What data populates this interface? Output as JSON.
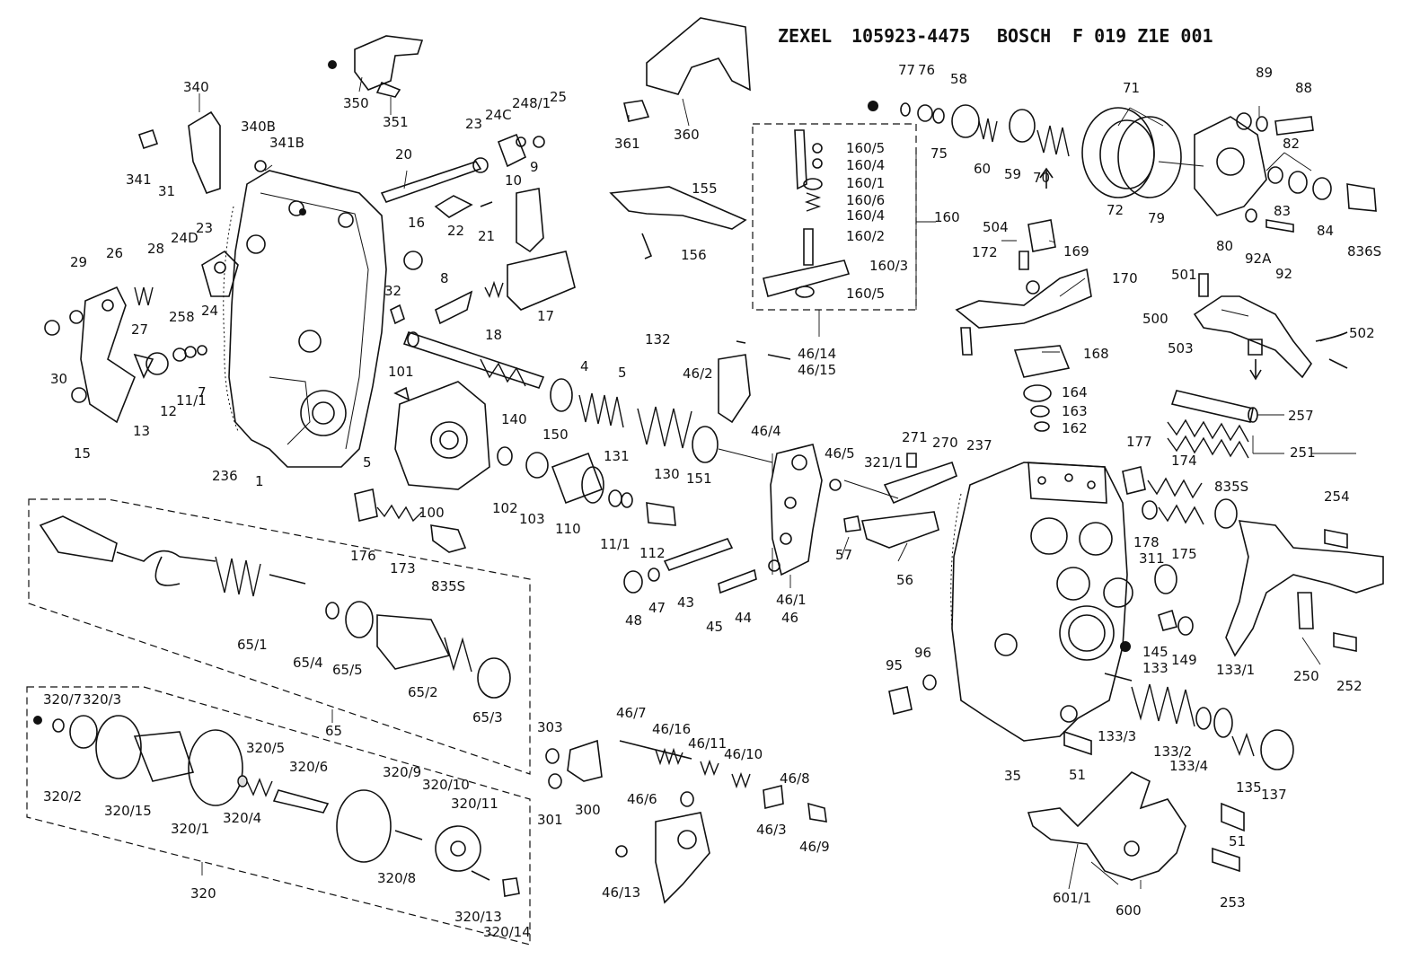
{
  "header": {
    "brand1": "ZEXEL",
    "code1": "105923-4475",
    "brand2": "BOSCH",
    "code2": "F 019 Z1E 001"
  },
  "callouts": [
    {
      "id": "c340",
      "t": "340"
    },
    {
      "id": "c340b",
      "t": "340B"
    },
    {
      "id": "c341b",
      "t": "341B"
    },
    {
      "id": "c341",
      "t": "341"
    },
    {
      "id": "c31",
      "t": "31"
    },
    {
      "id": "c350",
      "t": "350"
    },
    {
      "id": "c351",
      "t": "351"
    },
    {
      "id": "c361",
      "t": "361"
    },
    {
      "id": "c360",
      "t": "360"
    },
    {
      "id": "c20",
      "t": "20"
    },
    {
      "id": "c23a",
      "t": "23"
    },
    {
      "id": "c24c",
      "t": "24C"
    },
    {
      "id": "c248",
      "t": "248/1"
    },
    {
      "id": "c25",
      "t": "25"
    },
    {
      "id": "c9",
      "t": "9"
    },
    {
      "id": "c10",
      "t": "10"
    },
    {
      "id": "c22",
      "t": "22"
    },
    {
      "id": "c21",
      "t": "21"
    },
    {
      "id": "c16",
      "t": "16"
    },
    {
      "id": "c32",
      "t": "32"
    },
    {
      "id": "c8",
      "t": "8"
    },
    {
      "id": "c18",
      "t": "18"
    },
    {
      "id": "c17",
      "t": "17"
    },
    {
      "id": "c29",
      "t": "29"
    },
    {
      "id": "c26",
      "t": "26"
    },
    {
      "id": "c28",
      "t": "28"
    },
    {
      "id": "c24d",
      "t": "24D"
    },
    {
      "id": "c23b",
      "t": "23"
    },
    {
      "id": "c258",
      "t": "258"
    },
    {
      "id": "c24",
      "t": "24"
    },
    {
      "id": "c27",
      "t": "27"
    },
    {
      "id": "c30",
      "t": "30"
    },
    {
      "id": "c12",
      "t": "12"
    },
    {
      "id": "c111a",
      "t": "11/1"
    },
    {
      "id": "c7",
      "t": "7"
    },
    {
      "id": "c13",
      "t": "13"
    },
    {
      "id": "c15",
      "t": "15"
    },
    {
      "id": "c236",
      "t": "236"
    },
    {
      "id": "c1",
      "t": "1"
    },
    {
      "id": "c5a",
      "t": "5"
    },
    {
      "id": "c101",
      "t": "101"
    },
    {
      "id": "c100",
      "t": "100"
    },
    {
      "id": "c140",
      "t": "140"
    },
    {
      "id": "c150",
      "t": "150"
    },
    {
      "id": "c131",
      "t": "131"
    },
    {
      "id": "c130",
      "t": "130"
    },
    {
      "id": "c151",
      "t": "151"
    },
    {
      "id": "c132",
      "t": "132"
    },
    {
      "id": "c4",
      "t": "4"
    },
    {
      "id": "c5b",
      "t": "5"
    },
    {
      "id": "c155",
      "t": "155"
    },
    {
      "id": "c156",
      "t": "156"
    },
    {
      "id": "c102",
      "t": "102"
    },
    {
      "id": "c103",
      "t": "103"
    },
    {
      "id": "c110",
      "t": "110"
    },
    {
      "id": "c111b",
      "t": "11/1"
    },
    {
      "id": "c112",
      "t": "112"
    },
    {
      "id": "c176",
      "t": "176"
    },
    {
      "id": "c173",
      "t": "173"
    },
    {
      "id": "c835a",
      "t": "835S"
    },
    {
      "id": "c160_5a",
      "t": "160/5"
    },
    {
      "id": "c160_4a",
      "t": "160/4"
    },
    {
      "id": "c160_1",
      "t": "160/1"
    },
    {
      "id": "c160_6",
      "t": "160/6"
    },
    {
      "id": "c160_4b",
      "t": "160/4"
    },
    {
      "id": "c160_2",
      "t": "160/2"
    },
    {
      "id": "c160_3",
      "t": "160/3"
    },
    {
      "id": "c160_5b",
      "t": "160/5"
    },
    {
      "id": "c160",
      "t": "160"
    },
    {
      "id": "c46_14",
      "t": "46/14"
    },
    {
      "id": "c46_15",
      "t": "46/15"
    },
    {
      "id": "c46_2",
      "t": "46/2"
    },
    {
      "id": "c46_4",
      "t": "46/4"
    },
    {
      "id": "c46_5",
      "t": "46/5"
    },
    {
      "id": "c77",
      "t": "77"
    },
    {
      "id": "c76",
      "t": "76"
    },
    {
      "id": "c58",
      "t": "58"
    },
    {
      "id": "c75",
      "t": "75"
    },
    {
      "id": "c60",
      "t": "60"
    },
    {
      "id": "c59",
      "t": "59"
    },
    {
      "id": "c70",
      "t": "70"
    },
    {
      "id": "c71",
      "t": "71"
    },
    {
      "id": "c72",
      "t": "72"
    },
    {
      "id": "c79",
      "t": "79"
    },
    {
      "id": "c89",
      "t": "89"
    },
    {
      "id": "c88",
      "t": "88"
    },
    {
      "id": "c82",
      "t": "82"
    },
    {
      "id": "c83",
      "t": "83"
    },
    {
      "id": "c84",
      "t": "84"
    },
    {
      "id": "c836",
      "t": "836S"
    },
    {
      "id": "c80",
      "t": "80"
    },
    {
      "id": "c92a",
      "t": "92A"
    },
    {
      "id": "c92",
      "t": "92"
    },
    {
      "id": "c504",
      "t": "504"
    },
    {
      "id": "c172",
      "t": "172"
    },
    {
      "id": "c169",
      "t": "169"
    },
    {
      "id": "c170",
      "t": "170"
    },
    {
      "id": "c501",
      "t": "501"
    },
    {
      "id": "c500",
      "t": "500"
    },
    {
      "id": "c502",
      "t": "502"
    },
    {
      "id": "c503",
      "t": "503"
    },
    {
      "id": "c168",
      "t": "168"
    },
    {
      "id": "c164",
      "t": "164"
    },
    {
      "id": "c163",
      "t": "163"
    },
    {
      "id": "c162",
      "t": "162"
    },
    {
      "id": "c257",
      "t": "257"
    },
    {
      "id": "c251",
      "t": "251"
    },
    {
      "id": "c271",
      "t": "271"
    },
    {
      "id": "c270",
      "t": "270"
    },
    {
      "id": "c237",
      "t": "237"
    },
    {
      "id": "c321",
      "t": "321/1"
    },
    {
      "id": "c177",
      "t": "177"
    },
    {
      "id": "c174",
      "t": "174"
    },
    {
      "id": "c835b",
      "t": "835S"
    },
    {
      "id": "c254",
      "t": "254"
    },
    {
      "id": "c57",
      "t": "57"
    },
    {
      "id": "c56",
      "t": "56"
    },
    {
      "id": "c178",
      "t": "178"
    },
    {
      "id": "c311",
      "t": "311"
    },
    {
      "id": "c175",
      "t": "175"
    },
    {
      "id": "c48",
      "t": "48"
    },
    {
      "id": "c47",
      "t": "47"
    },
    {
      "id": "c43",
      "t": "43"
    },
    {
      "id": "c45",
      "t": "45"
    },
    {
      "id": "c44",
      "t": "44"
    },
    {
      "id": "c46_1",
      "t": "46/1"
    },
    {
      "id": "c46",
      "t": "46"
    },
    {
      "id": "c65_1",
      "t": "65/1"
    },
    {
      "id": "c65_4",
      "t": "65/4"
    },
    {
      "id": "c65_5",
      "t": "65/5"
    },
    {
      "id": "c65_2",
      "t": "65/2"
    },
    {
      "id": "c65_3",
      "t": "65/3"
    },
    {
      "id": "c65",
      "t": "65"
    },
    {
      "id": "c95",
      "t": "95"
    },
    {
      "id": "c96",
      "t": "96"
    },
    {
      "id": "c145",
      "t": "145"
    },
    {
      "id": "c133",
      "t": "133"
    },
    {
      "id": "c149",
      "t": "149"
    },
    {
      "id": "c250",
      "t": "250"
    },
    {
      "id": "c252",
      "t": "252"
    },
    {
      "id": "c133_1",
      "t": "133/1"
    },
    {
      "id": "c133_3",
      "t": "133/3"
    },
    {
      "id": "c133_2",
      "t": "133/2"
    },
    {
      "id": "c133_4",
      "t": "133/4"
    },
    {
      "id": "c135",
      "t": "135"
    },
    {
      "id": "c137",
      "t": "137"
    },
    {
      "id": "c35",
      "t": "35"
    },
    {
      "id": "c51a",
      "t": "51"
    },
    {
      "id": "c320_7",
      "t": "320/7"
    },
    {
      "id": "c320_3",
      "t": "320/3"
    },
    {
      "id": "c320_2",
      "t": "320/2"
    },
    {
      "id": "c320_15",
      "t": "320/15"
    },
    {
      "id": "c320_1",
      "t": "320/1"
    },
    {
      "id": "c320_5",
      "t": "320/5"
    },
    {
      "id": "c320_4",
      "t": "320/4"
    },
    {
      "id": "c320_6",
      "t": "320/6"
    },
    {
      "id": "c320_9",
      "t": "320/9"
    },
    {
      "id": "c320_10",
      "t": "320/10"
    },
    {
      "id": "c320_11",
      "t": "320/11"
    },
    {
      "id": "c320_8",
      "t": "320/8"
    },
    {
      "id": "c320_13",
      "t": "320/13"
    },
    {
      "id": "c320_14",
      "t": "320/14"
    },
    {
      "id": "c320",
      "t": "320"
    },
    {
      "id": "c303",
      "t": "303"
    },
    {
      "id": "c301",
      "t": "301"
    },
    {
      "id": "c300",
      "t": "300"
    },
    {
      "id": "c46_7",
      "t": "46/7"
    },
    {
      "id": "c46_16",
      "t": "46/16"
    },
    {
      "id": "c46_11",
      "t": "46/11"
    },
    {
      "id": "c46_10",
      "t": "46/10"
    },
    {
      "id": "c46_8",
      "t": "46/8"
    },
    {
      "id": "c46_6",
      "t": "46/6"
    },
    {
      "id": "c46_3",
      "t": "46/3"
    },
    {
      "id": "c46_9",
      "t": "46/9"
    },
    {
      "id": "c46_13",
      "t": "46/13"
    },
    {
      "id": "c51b",
      "t": "51"
    },
    {
      "id": "c601",
      "t": "601/1"
    },
    {
      "id": "c600",
      "t": "600"
    },
    {
      "id": "c253",
      "t": "253"
    }
  ]
}
